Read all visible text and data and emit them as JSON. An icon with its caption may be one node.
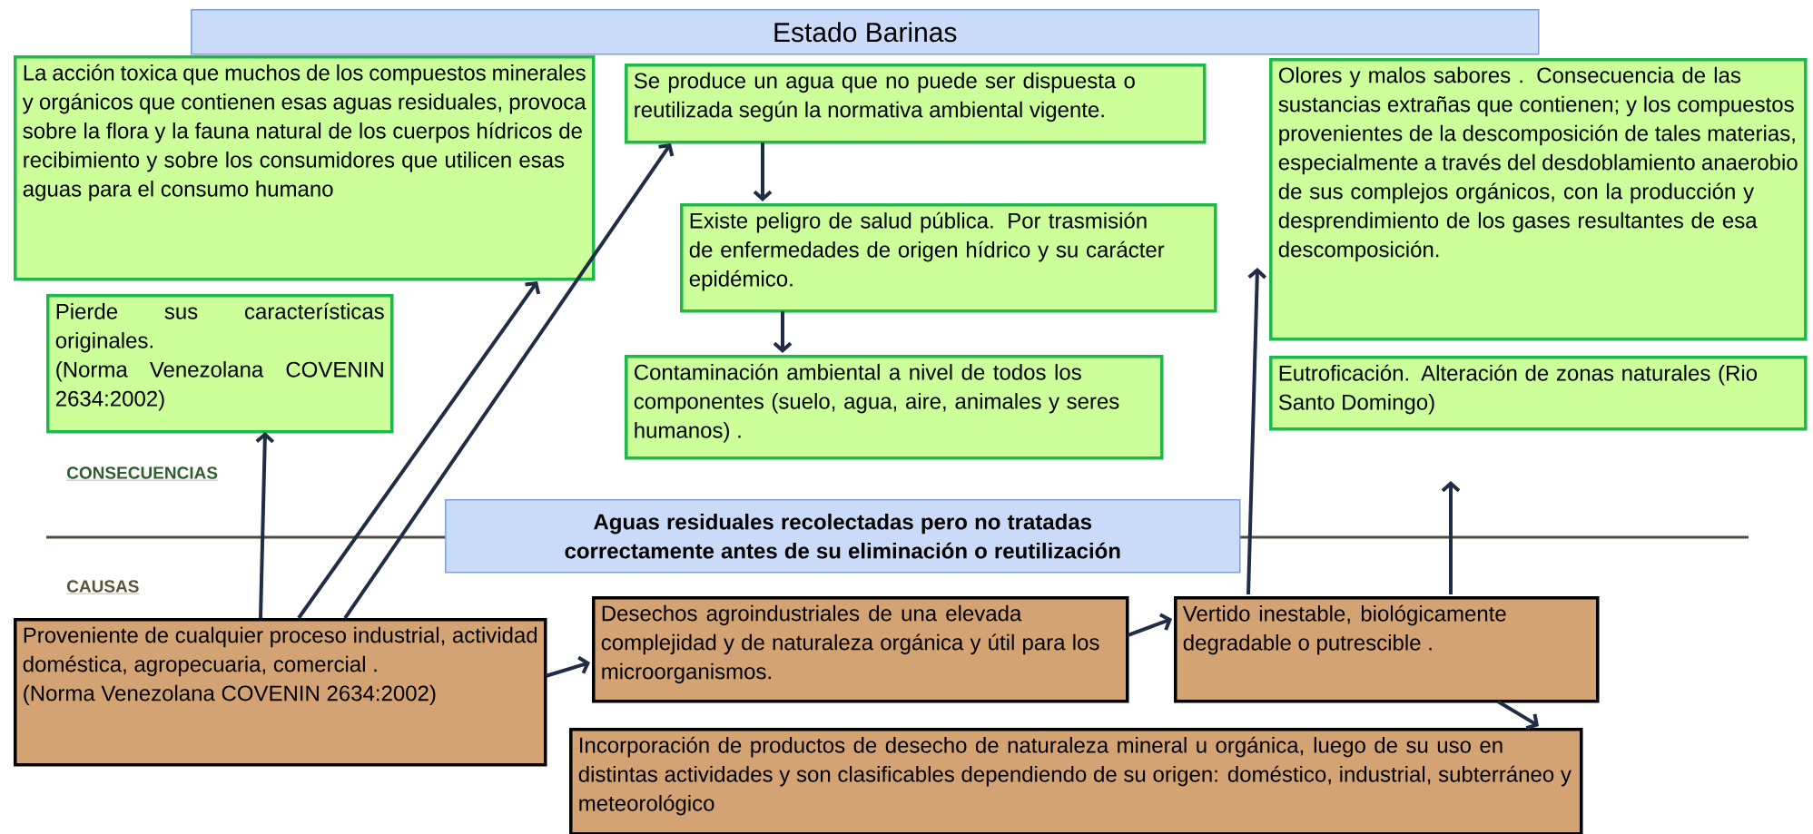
{
  "diagram": {
    "title": "Estado Barinas",
    "nodes": [
      {
        "text": [
          "La acción toxica que muchos de los compuestos minerales y orgánicos que contienen esas aguas residuales, provoca sobre la flora y la fauna natural de los cuerpos hídricos de recibimiento y sobre los consumidores que utilicen esas aguas para el consumo humano"
        ]
      },
      {
        "text": [
          "Se produce un agua que no puede ser dispuesta o reutilizada según la normativa ambiental vigente."
        ]
      },
      {
        "text": [
          "Existe peligro de salud pública. Por trasmisión de enfermedades de origen hídrico y su carácter epidémico."
        ]
      },
      {
        "text": [
          "Contaminación ambiental a nivel de todos los componentes  (suelo, agua, aire, animales y seres humanos) ."
        ]
      },
      {
        "text": [
          "Olores y malos sabores . Consecuencia de las sustancias extrañas que contienen; y los compuestos provenientes de la descomposición de tales materias, especialmente a través del desdoblamiento anaerobio de sus complejos orgánicos, con la producción y desprendimiento de los gases resultantes de esa descomposición."
        ]
      },
      {
        "text": [
          "Eutroficación. Alteración de zonas naturales (Rio Santo Domingo)"
        ]
      },
      {
        "text": [
          "Pierde sus características originales.",
          "(Norma Venezolana COVENIN 2634:2002)"
        ]
      },
      {
        "text": [
          "Aguas residuales  recolectadas pero no tratadas correctamente antes de su eliminación o reutilización"
        ]
      },
      {
        "text": [
          "Proveniente de cualquier proceso industrial, actividad doméstica, agropecuaria, comercial .",
          "(Norma Venezolana COVENIN 2634:2002)"
        ]
      },
      {
        "text": [
          "Desechos agroindustriales  de una elevada complejidad y de naturaleza orgánica y útil para los microorganismos."
        ]
      },
      {
        "text": [
          "Vertido inestable, biológicamente degradable o putrescible ."
        ]
      },
      {
        "text": [
          "Incorporación de productos de desecho de naturaleza mineral u orgánica, luego de su uso en distintas actividades y son clasificables dependiendo de su origen: doméstico, industrial, subterráneo y meteorológico"
        ]
      }
    ],
    "edges": [
      {
        "from": 8,
        "to": 6,
        "arrow": "to"
      },
      {
        "from": 8,
        "to": 0,
        "arrow": "to"
      },
      {
        "from": 8,
        "to": 1,
        "arrow": "to"
      },
      {
        "from": 8,
        "to": 9,
        "arrow": "to"
      },
      {
        "from": 9,
        "to": 10,
        "arrow": "to"
      },
      {
        "from": 10,
        "to": 4,
        "arrow": "to"
      },
      {
        "from": 10,
        "to": 5,
        "arrow": "to"
      },
      {
        "from": 10,
        "to": 11,
        "arrow": "to"
      },
      {
        "from": 1,
        "to": 2,
        "arrow": "to"
      },
      {
        "from": 2,
        "to": 3,
        "arrow": "to"
      }
    ],
    "labels": [
      "CONSECUENCIAS",
      "CAUSAS"
    ]
  }
}
